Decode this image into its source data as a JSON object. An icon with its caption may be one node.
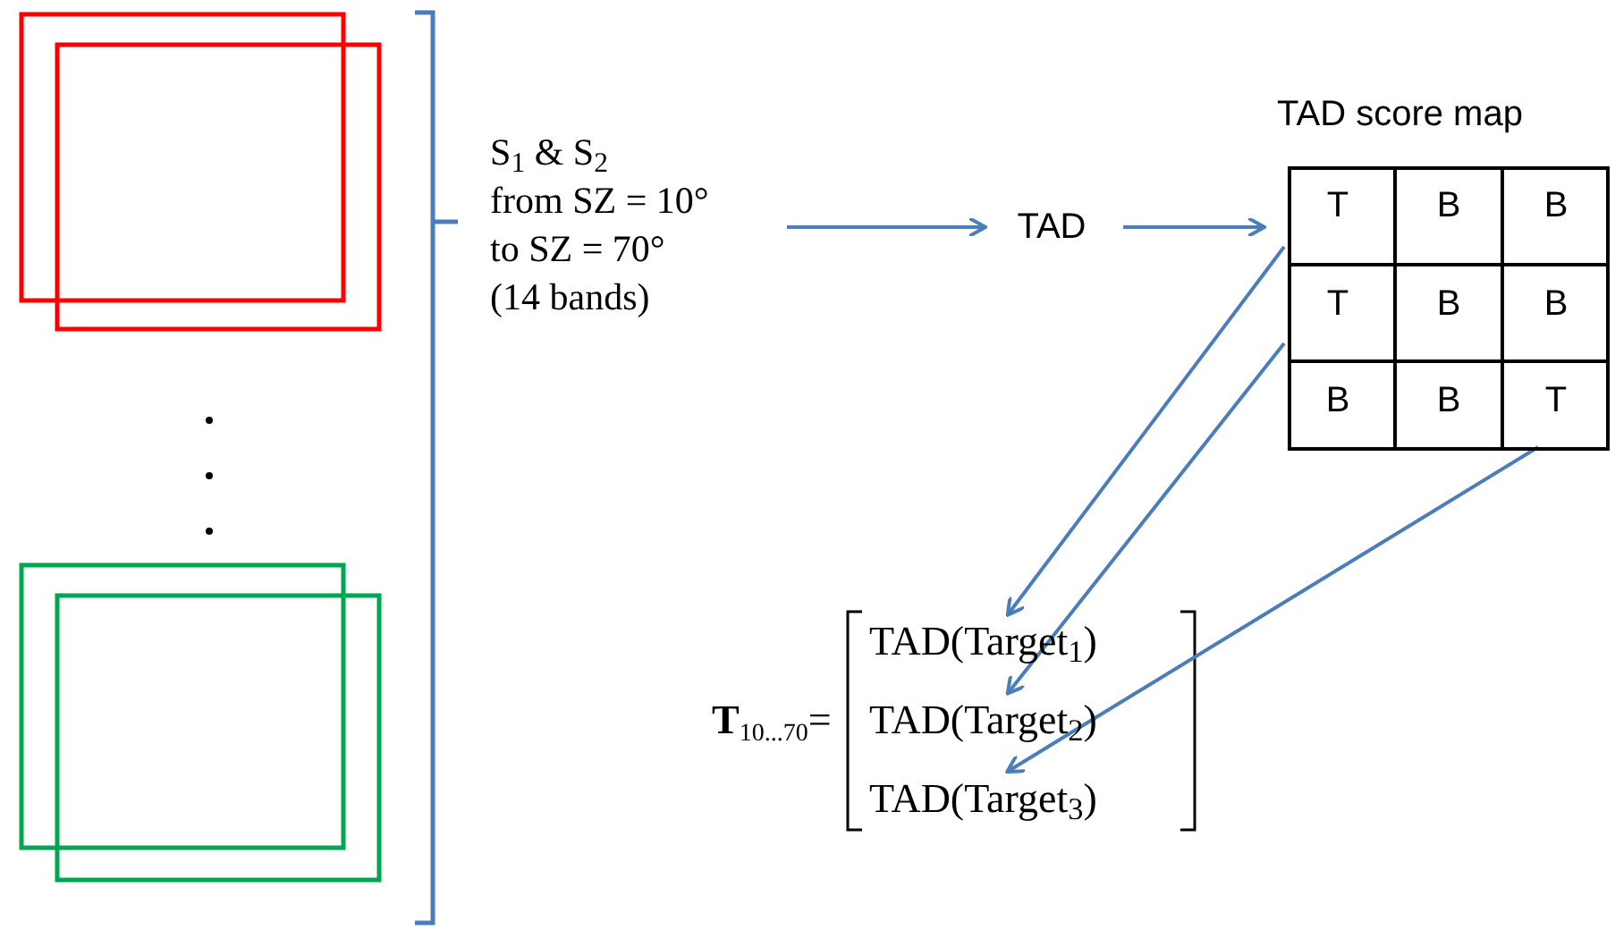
{
  "diagram": {
    "nodes": [
      {
        "text": [
          "S$_{1}$ & S$_{2}$",
          "from SZ = 10°",
          "to SZ = 70°",
          "(14 bands)"
        ]
      },
      {
        "text": [
          "TAD"
        ]
      },
      {
        "text": [
          "TAD score map"
        ]
      },
      {
        "text": [
          "T"
        ],
        "in": 2
      },
      {
        "text": [
          "B"
        ],
        "in": 2
      },
      {
        "text": [
          "B"
        ],
        "in": 2
      },
      {
        "text": [
          "T"
        ],
        "in": 2
      },
      {
        "text": [
          "B"
        ],
        "in": 2
      },
      {
        "text": [
          "B"
        ],
        "in": 2
      },
      {
        "text": [
          "B"
        ],
        "in": 2
      },
      {
        "text": [
          "B"
        ],
        "in": 2
      },
      {
        "text": [
          "T"
        ],
        "in": 2
      },
      {
        "text": [
          "TAD(Target$_{1}$)"
        ]
      },
      {
        "text": [
          "TAD(Target$_{2}$)"
        ]
      },
      {
        "text": [
          "TAD(Target$_{3}$)"
        ]
      }
    ],
    "edges": [
      {
        "from": 0,
        "to": 1,
        "arrow": "to"
      },
      {
        "from": 1,
        "to": 2,
        "arrow": "to"
      },
      {
        "from": 3,
        "to": 12,
        "arrow": "to"
      },
      {
        "from": 6,
        "to": 13,
        "arrow": "to"
      },
      {
        "from": 11,
        "to": 14,
        "arrow": "to"
      }
    ],
    "labels": [
      "**T**$_{10...70}$="
    ]
  }
}
